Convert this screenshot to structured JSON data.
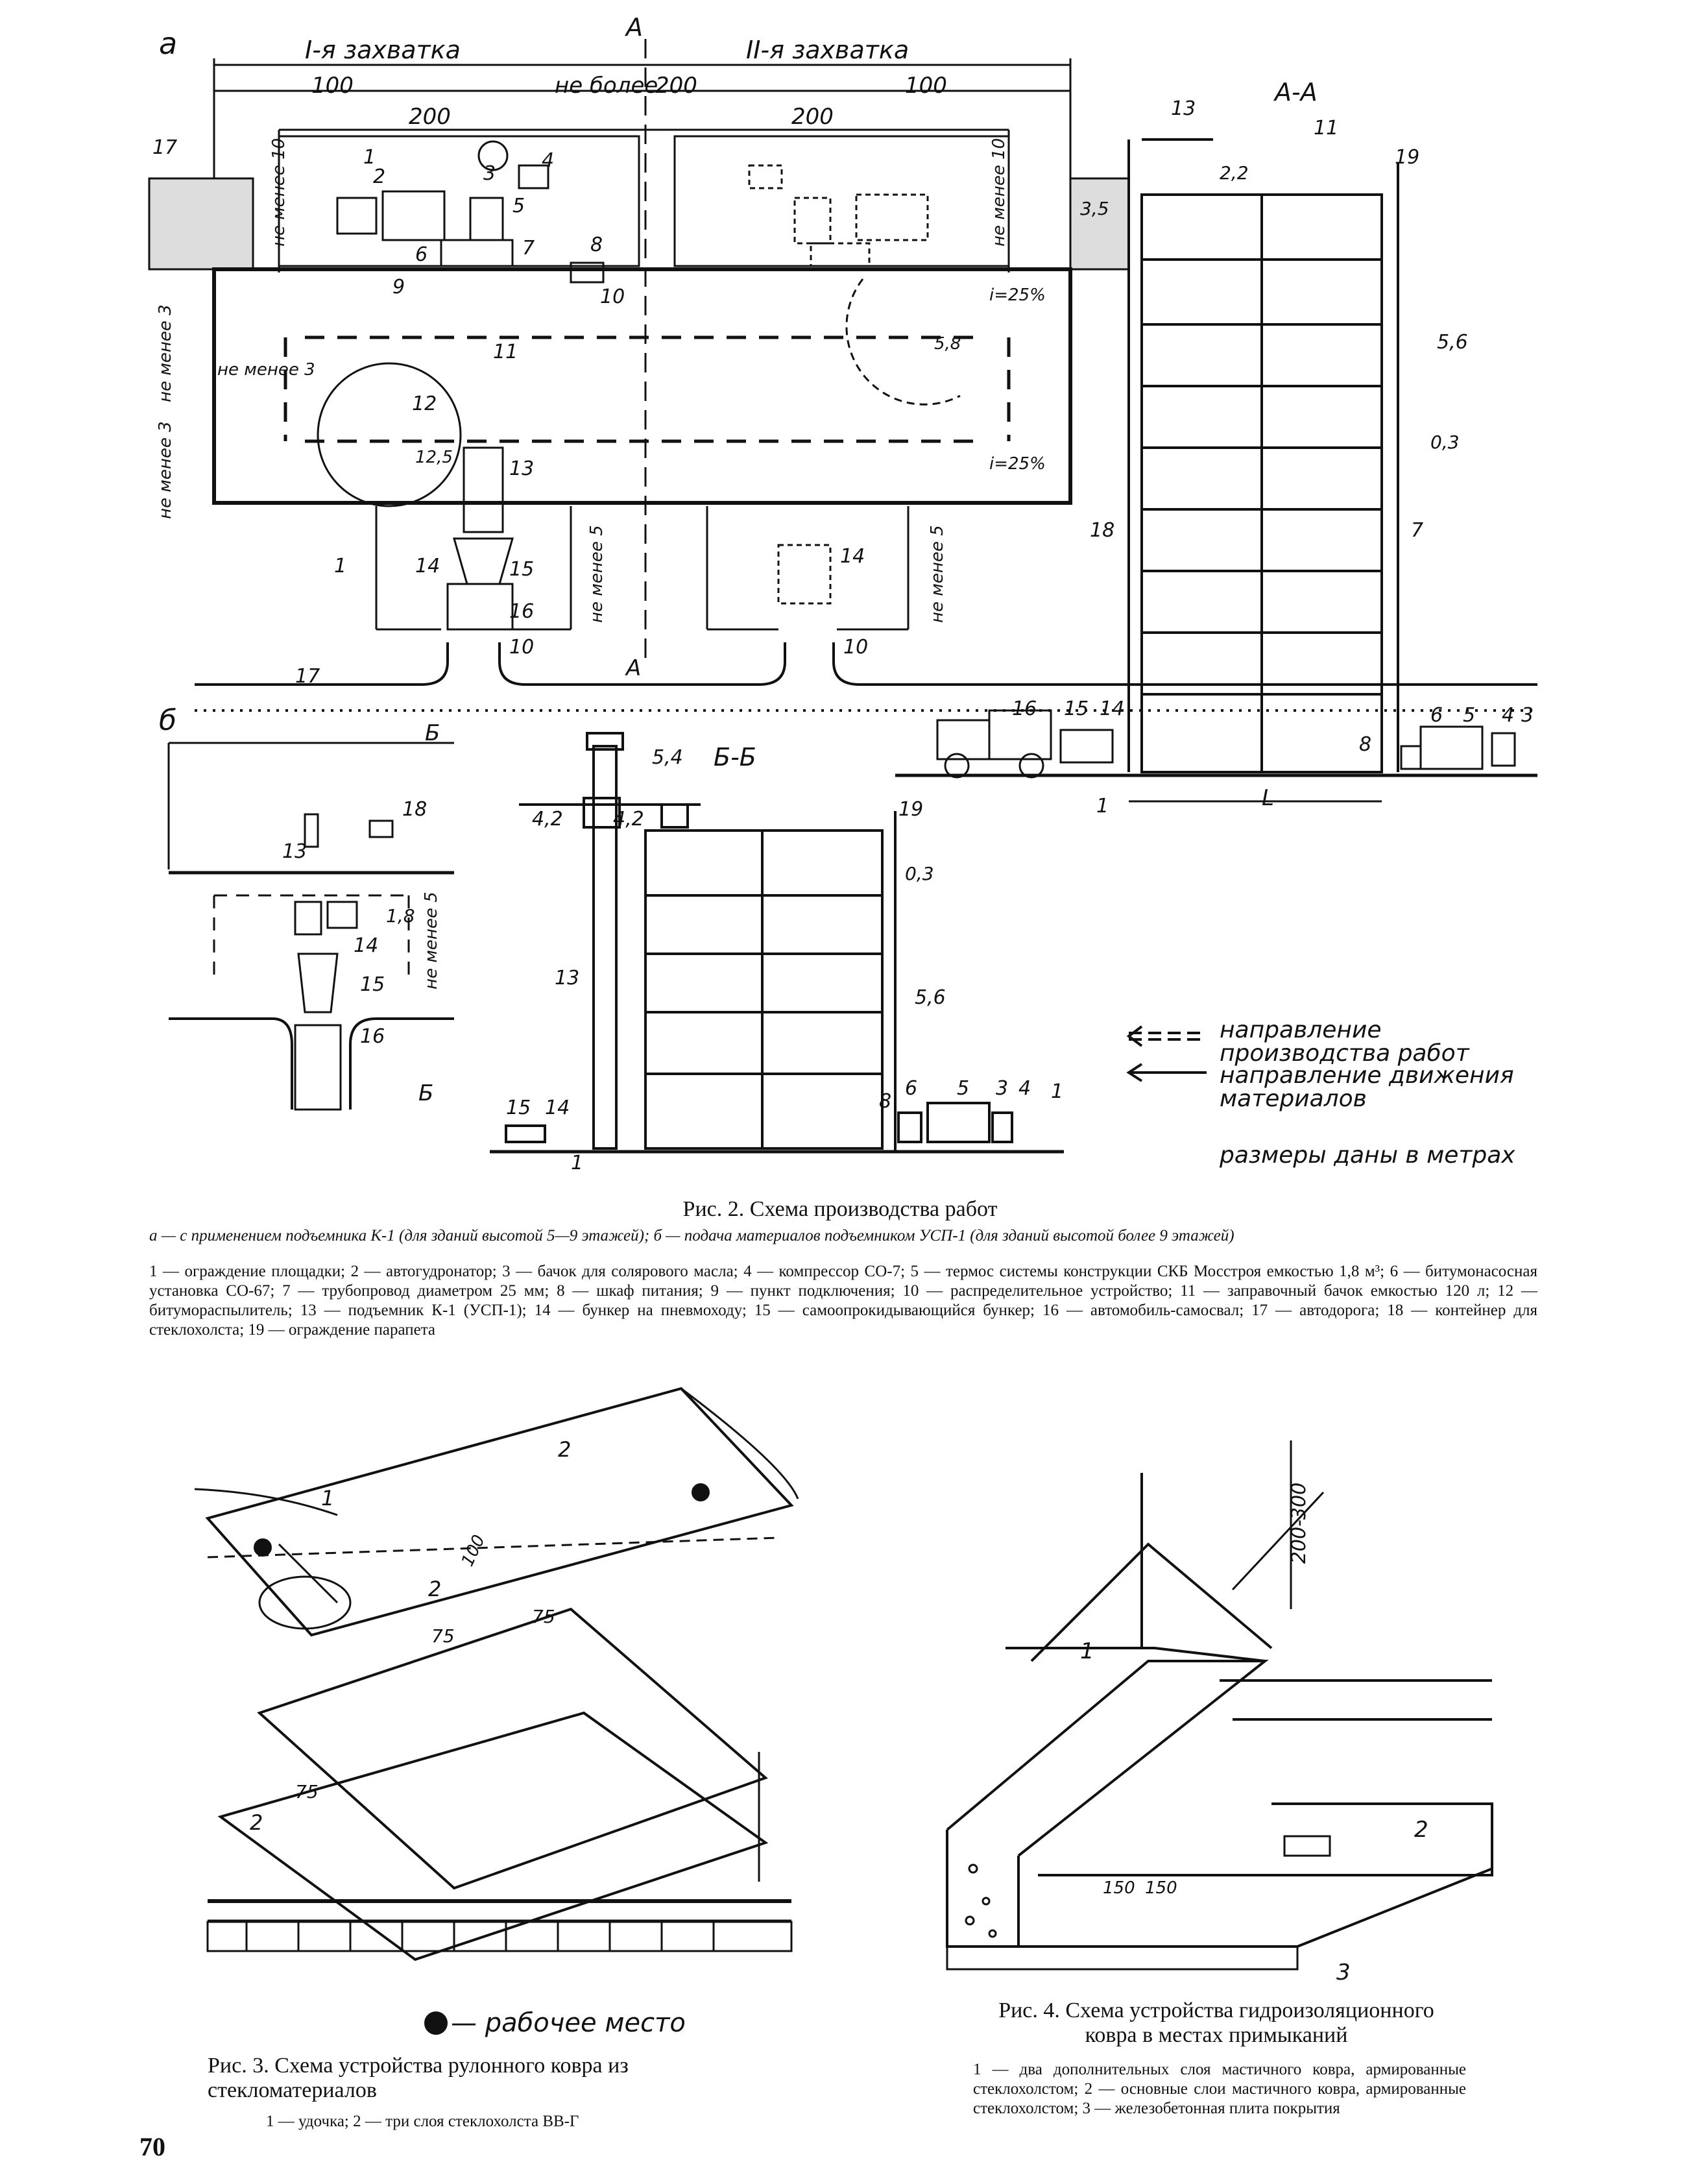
{
  "page_number": "70",
  "fig2": {
    "panel_a_label": "а",
    "panel_b_label": "б",
    "section_a_label": "А-А",
    "section_b_label": "Б-Б",
    "section_mark_a": "А",
    "section_mark_b": "Б",
    "zone1": "I-я захватка",
    "zone2": "II-я захватка",
    "dims": {
      "d100": "100",
      "d200": "200",
      "ne_bolee": "не более",
      "ne_menee_3": "не менее 3",
      "ne_menee_5": "не менее 5",
      "ne_menee_10": "не менее 10",
      "d10": "10",
      "d35": "3,5",
      "d22": "2,2",
      "d56": "5,6",
      "d03": "0,3",
      "d54": "5,4",
      "d42": "4,2",
      "d18": "1,8",
      "L": "L",
      "slope": "i=25%",
      "r58": "5,8",
      "r125": "12,5"
    },
    "numbers": [
      "1",
      "2",
      "3",
      "4",
      "5",
      "6",
      "7",
      "8",
      "9",
      "10",
      "11",
      "12",
      "13",
      "14",
      "15",
      "16",
      "17",
      "18",
      "19"
    ],
    "legend": {
      "item1": "направление производства работ",
      "item2": "направление движения материалов",
      "units": "размеры даны в метрах"
    },
    "caption_title": "Рис. 2. Схема производства работ",
    "caption_a": "а — с применением подъемника К-1 (для зданий высотой 5—9 этажей); б — подача материалов подъемником УСП-1 (для зданий высотой более 9 этажей)",
    "caption_list": "1 — ограждение площадки; 2 — автогудронатор; 3 — бачок для солярового масла; 4 — компрессор СО-7; 5 — термос системы конструкции СКБ Мосстроя емкостью 1,8 м³; 6 — битумонасосная установка СО-67; 7 — трубопровод диаметром 25 мм; 8 — шкаф питания; 9 — пункт подключения; 10 — распределительное устройство; 11 — заправочный бачок емкостью 120 л; 12 — битумораспылитель; 13 — подъемник К-1 (УСП-1); 14 — бункер на пневмоходу; 15 — самоопрокидывающийся бункер; 16 — автомобиль-самосвал; 17 — автодорога; 18 — контейнер для стеклохолста; 19 — ограждение парапета"
  },
  "fig3": {
    "labels": [
      "1",
      "2",
      "2",
      "2"
    ],
    "dims": [
      "100",
      "75",
      "75",
      "75"
    ],
    "workplace_legend": "— рабочее место",
    "caption_title": "Рис. 3. Схема устройства рулонного ковра из стекломатериалов",
    "caption_list": "1 — удочка; 2 — три слоя стеклохолста ВВ-Г"
  },
  "fig4": {
    "labels": [
      "1",
      "2",
      "3"
    ],
    "dims": [
      "200-300",
      "150",
      "150"
    ],
    "caption_title": "Рис. 4. Схема устройства гидроизоляционного ковра в местах примыканий",
    "caption_list": "1 — два дополнительных слоя мастичного ковра, армированные стеклохолстом; 2 — основные слои мастичного ковра, армированные стеклохолстом; 3 — железобетонная плита покрытия"
  }
}
